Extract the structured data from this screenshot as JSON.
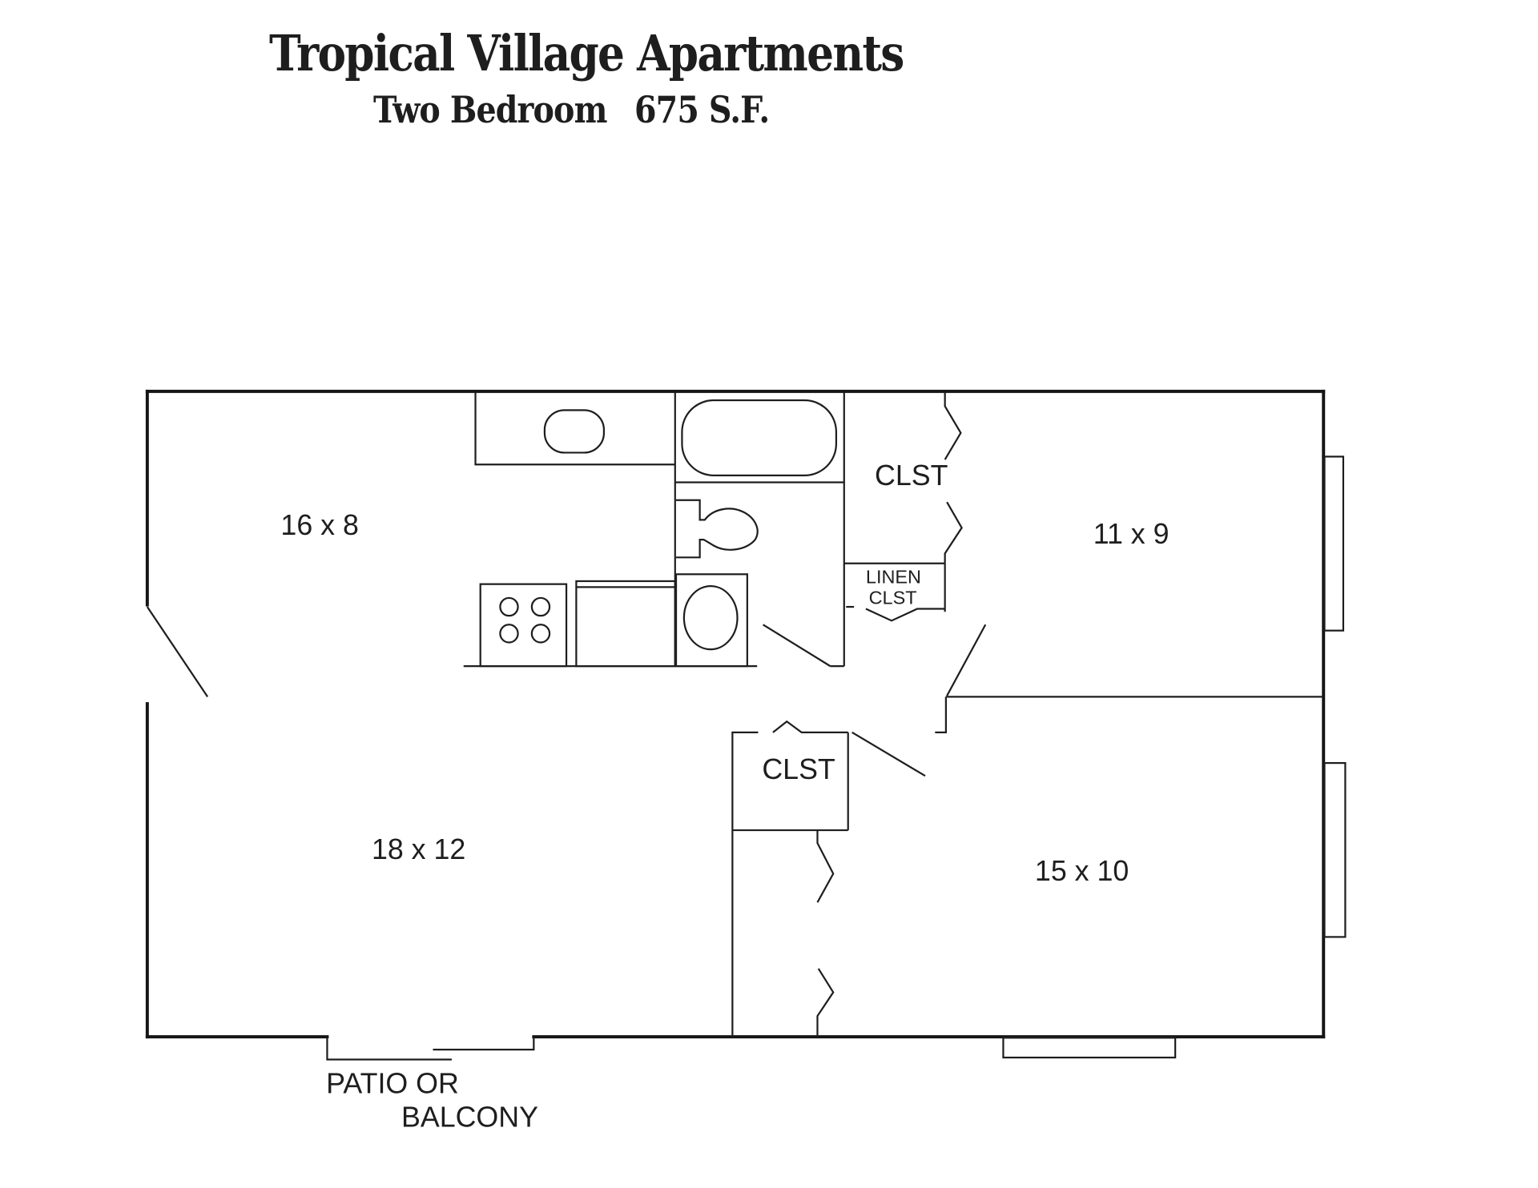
{
  "header": {
    "title": "Tropical Village Apartments",
    "unit_type": "Two Bedroom",
    "area": "675 S.F."
  },
  "rooms": {
    "kitchen_dining": {
      "label": "16 x 8"
    },
    "living_room": {
      "label": "18 x 12"
    },
    "bedroom_1": {
      "label": "11 x 9"
    },
    "bedroom_2": {
      "label": "15 x 10"
    },
    "closet_bedroom_1": {
      "label": "CLST"
    },
    "closet_hall": {
      "label": "CLST"
    },
    "linen_closet": {
      "line1": "LINEN",
      "line2": "CLST"
    }
  },
  "patio": {
    "line1": "PATIO OR",
    "line2": "BALCONY"
  },
  "colors": {
    "background": "#ffffff",
    "ink": "#1e1e1e"
  }
}
